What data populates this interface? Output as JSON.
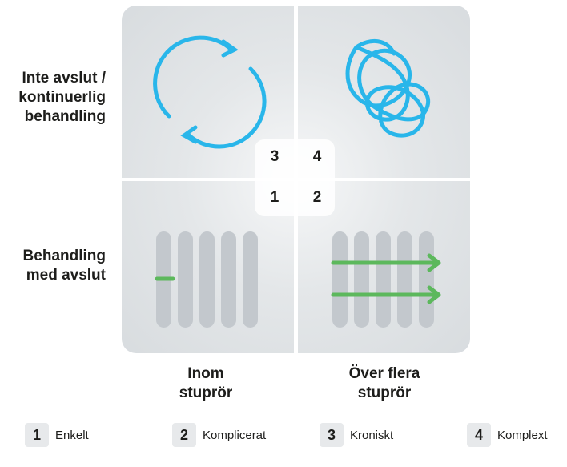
{
  "rows": {
    "top": [
      "Inte avslut /",
      "kontinuerlig",
      "behandling"
    ],
    "bottom": [
      "Behandling",
      "med avslut"
    ]
  },
  "columns": {
    "left": [
      "Inom",
      "stuprör"
    ],
    "right": [
      "Över flera",
      "stuprör"
    ]
  },
  "center_numbers": [
    "3",
    "4",
    "1",
    "2"
  ],
  "legend": [
    {
      "num": "1",
      "label": "Enkelt"
    },
    {
      "num": "2",
      "label": "Komplicerat"
    },
    {
      "num": "3",
      "label": "Kroniskt"
    },
    {
      "num": "4",
      "label": "Komplext"
    }
  ],
  "icons": {
    "quad_3": "circular-arrows-icon",
    "quad_4": "tangled-loop-icon",
    "quad_1": "single-silo-line-icon",
    "quad_2": "cross-silo-arrows-icon"
  },
  "colors": {
    "blue": "#29b6ea",
    "green": "#5cb85c",
    "bar": "#c3c8cd",
    "panel": "#dcdfe2"
  }
}
